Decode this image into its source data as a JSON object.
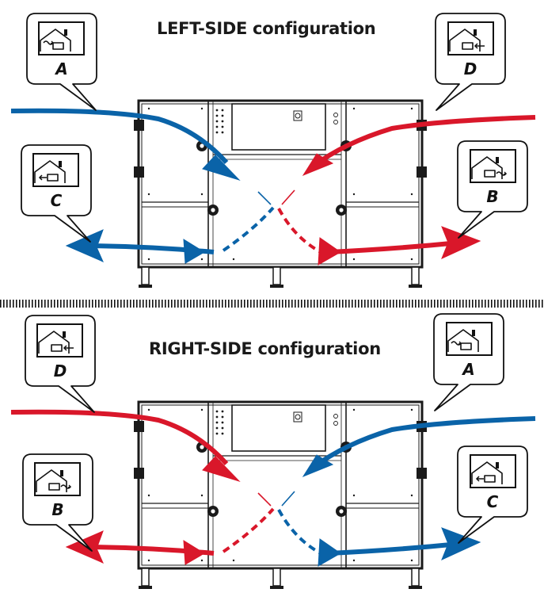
{
  "colors": {
    "supply": "#0a63a8",
    "exhaust": "#d9172a",
    "unit_stroke": "#1a1a1a"
  },
  "configurations": [
    {
      "title": "LEFT-SIDE configuration",
      "callouts": [
        {
          "letter": "A",
          "icon": "house-fresh-air-inlet-icon"
        },
        {
          "letter": "D",
          "icon": "house-exhaust-inlet-icon"
        },
        {
          "letter": "C",
          "icon": "house-supply-air-icon"
        },
        {
          "letter": "B",
          "icon": "house-exhaust-outlet-icon"
        }
      ]
    },
    {
      "title": "RIGHT-SIDE configuration",
      "callouts": [
        {
          "letter": "D",
          "icon": "house-exhaust-inlet-icon"
        },
        {
          "letter": "A",
          "icon": "house-fresh-air-inlet-icon"
        },
        {
          "letter": "B",
          "icon": "house-exhaust-outlet-icon"
        },
        {
          "letter": "C",
          "icon": "house-supply-air-icon"
        }
      ]
    }
  ]
}
